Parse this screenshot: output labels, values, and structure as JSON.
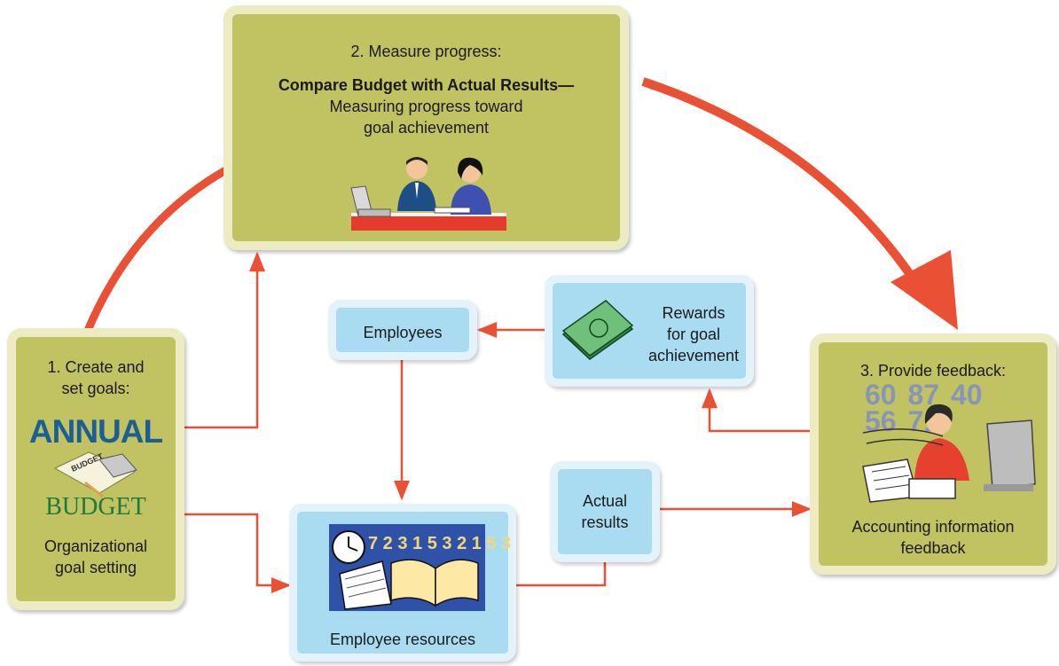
{
  "measure": {
    "heading": "2. Measure progress:",
    "subheading": "Compare Budget with Actual Results—",
    "line1": "Measuring progress toward",
    "line2": "goal achievement"
  },
  "create": {
    "line1": "1. Create and",
    "line2": "set goals:",
    "label1": "Organizational",
    "label2": "goal setting",
    "logo_top": "ANNUAL",
    "logo_bottom": "BUDGET",
    "logo_paper": "BUDGET"
  },
  "feedback": {
    "heading": "3. Provide feedback:",
    "label1": "Accounting information",
    "label2": "feedback",
    "numbers": "60 87 40 56 71"
  },
  "employees": {
    "label": "Employees"
  },
  "rewards": {
    "line1": "Rewards",
    "line2": "for goal",
    "line3": "achievement"
  },
  "actual": {
    "line1": "Actual",
    "line2": "results"
  },
  "resources": {
    "label": "Employee resources",
    "digits": "7 2 3 1 5 3 2 1 5 3"
  },
  "colors": {
    "olive": "#c1c261",
    "olive_border": "#ecebc2",
    "blue": "#a9dcf1",
    "blue_border": "#e4f3fa",
    "arrow_red": "#ea5034"
  }
}
